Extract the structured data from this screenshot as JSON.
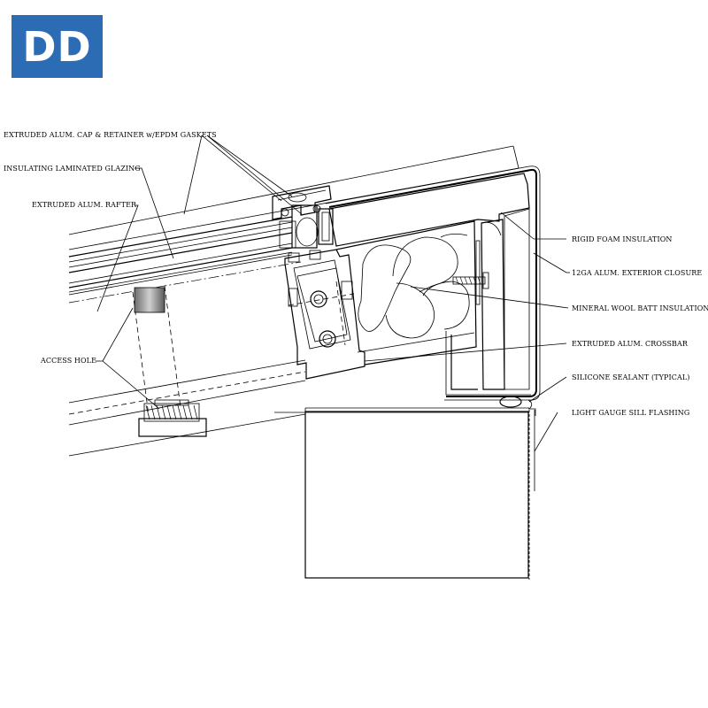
{
  "logo": {
    "text": "DD"
  },
  "labels": {
    "cap_retainer": "EXTRUDED ALUM. CAP & RETAINER w/EPDM GASKETS",
    "glazing": "INSULATING LAMINATED GLAZING",
    "rafter": "EXTRUDED ALUM. RAFTER",
    "access_hole": "ACCESS HOLE",
    "rigid_foam": "RIGID FOAM INSULATION",
    "closure": "12GA ALUM. EXTERIOR CLOSURE",
    "mineral_wool": "MINERAL WOOL BATT INSULATION",
    "crossbar": "EXTRUDED ALUM. CROSSBAR",
    "sealant": "SILICONE SEALANT (TYPICAL)",
    "flashing": "LIGHT GAUGE SILL FLASHING"
  }
}
